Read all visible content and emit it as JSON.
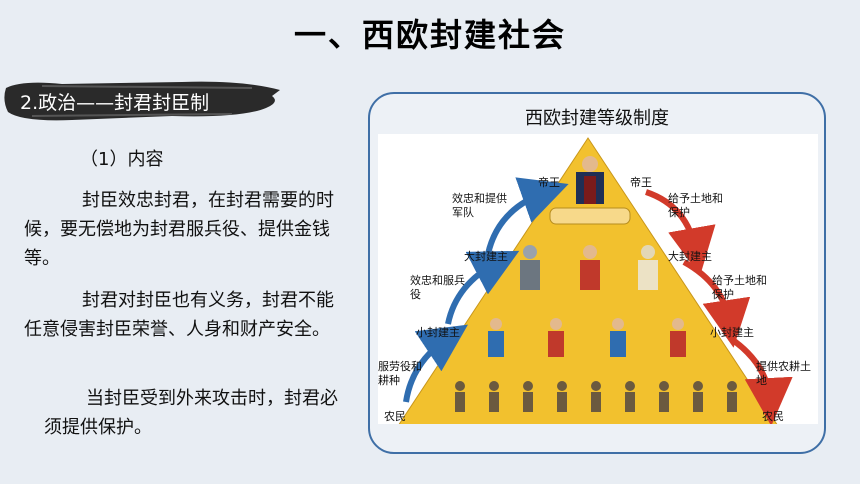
{
  "title": "一、西欧封建社会",
  "banner": "2.政治——封君封臣制",
  "subheading": "（1）内容",
  "paragraphs": [
    "封臣效忠封君，在封君需要的时候，要无偿地为封君服兵役、提供金钱等。",
    "封君对封臣也有义务，封君不能任意侵害封臣荣誉、人身和财产安全。",
    "当封臣受到外来攻击时，封君必须提供保护。"
  ],
  "diagram": {
    "title": "西欧封建等级制度",
    "levels": {
      "emperor": "帝王",
      "great_lord": "大封建主",
      "small_lord": "小封建主",
      "peasant": "农民"
    },
    "left_arrows": [
      "效忠和提供军队",
      "效忠和服兵役",
      "服劳役和耕种"
    ],
    "right_arrows": [
      "给予土地和保护",
      "给予土地和保护",
      "提供农耕土地"
    ]
  },
  "colors": {
    "card_border": "#3f6fa6",
    "pyramid": "#f2c12e",
    "left_arrow": "#2f6db0",
    "right_arrow": "#d23a2a"
  }
}
